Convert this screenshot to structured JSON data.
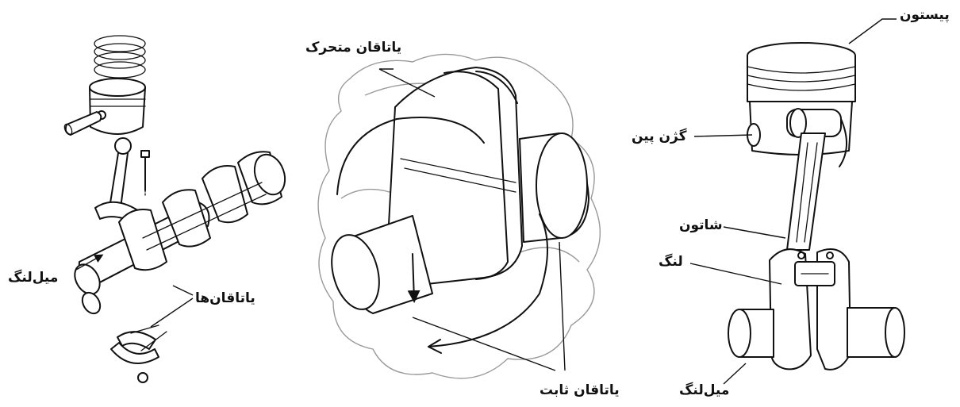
{
  "labels": {
    "exploded_crankshaft": "میل‌لنگ",
    "exploded_bearings": "یاتاقان‌ها",
    "moving_bearing": "یاتاقان متحرک",
    "fixed_bearing": "یاتاقان ثابت",
    "piston": "پیستون",
    "gudgeon_pin": "گژن پین",
    "connecting_rod": "شاتون",
    "crank_arm": "لنگ",
    "assembly_crankshaft": "میل‌لنگ"
  }
}
